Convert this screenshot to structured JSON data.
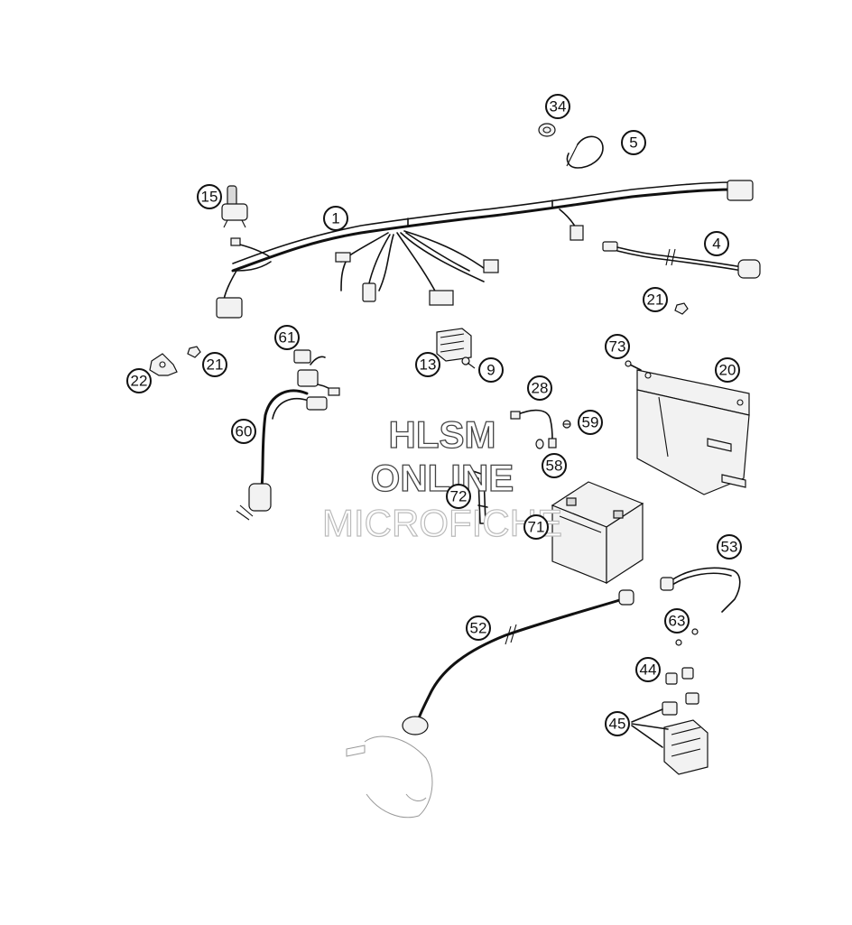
{
  "watermark": {
    "line1": "HLSM",
    "line2": "ONLINE",
    "line3": "MICROFICHE"
  },
  "callouts": [
    "34",
    "5",
    "15",
    "1",
    "4",
    "21",
    "61",
    "73",
    "22",
    "21",
    "13",
    "9",
    "20",
    "28",
    "59",
    "60",
    "58",
    "72",
    "71",
    "53",
    "52",
    "63",
    "44",
    "45"
  ]
}
